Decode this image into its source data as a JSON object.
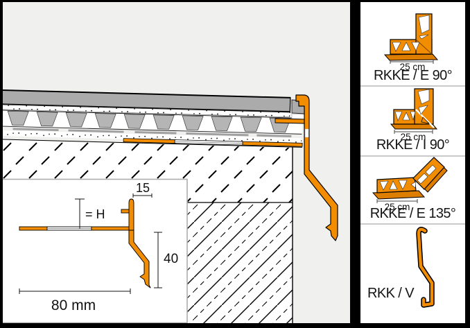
{
  "drawing": {
    "inset": {
      "overhang": "15",
      "height": "= H",
      "drop": "40",
      "width": "80 mm"
    }
  },
  "sidebar": {
    "panels": [
      {
        "label": "RKKE / E 90°",
        "dimension": "25 cm"
      },
      {
        "label": "RKKE / I 90°",
        "dimension": "25 cm"
      },
      {
        "label": "RKKE / E 135°",
        "dimension": "25 cm"
      },
      {
        "label": "RKK / V"
      }
    ]
  },
  "colors": {
    "accent_orange": "#F28C00",
    "accent_orange_dark": "#DD7E00",
    "tile_gray": "#ABABAB",
    "stud_gray": "#B5B5B5",
    "drawing_bg": "#F0F0EF",
    "panel_bg": "#FFFFFF",
    "frame": "#000000"
  }
}
